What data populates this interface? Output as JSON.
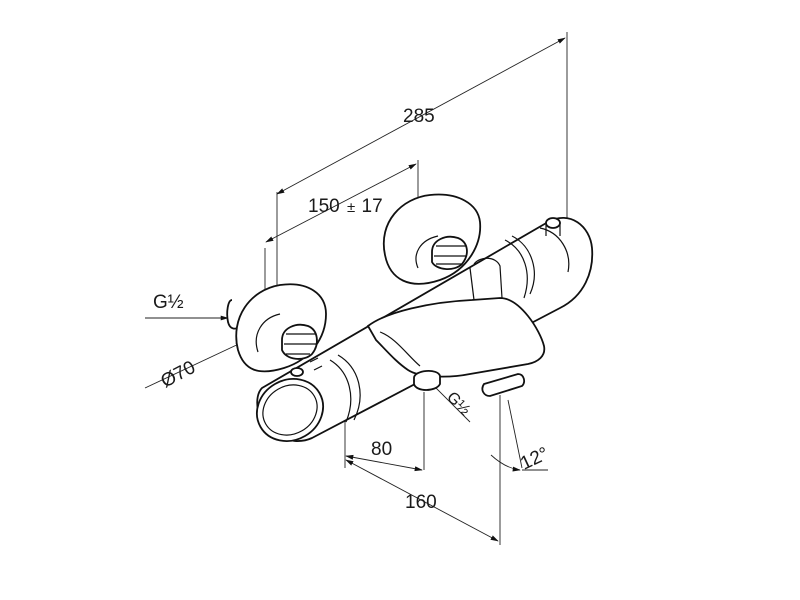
{
  "diagram": {
    "subject": "thermostatic-bath-mixer-dimension-drawing",
    "colors": {
      "line": "#111111",
      "background": "#ffffff"
    },
    "dimensions": {
      "overall_length": "285",
      "inlet_spacing_value": "150",
      "inlet_spacing_tolerance_sign": "±",
      "inlet_spacing_tolerance": "17",
      "rosette_diameter": "Ø70",
      "inlet_thread": "G½",
      "outlet_thread": "G½",
      "outlet_offset_80": "80",
      "outlet_offset_160": "160",
      "spout_angle": "12°"
    }
  }
}
